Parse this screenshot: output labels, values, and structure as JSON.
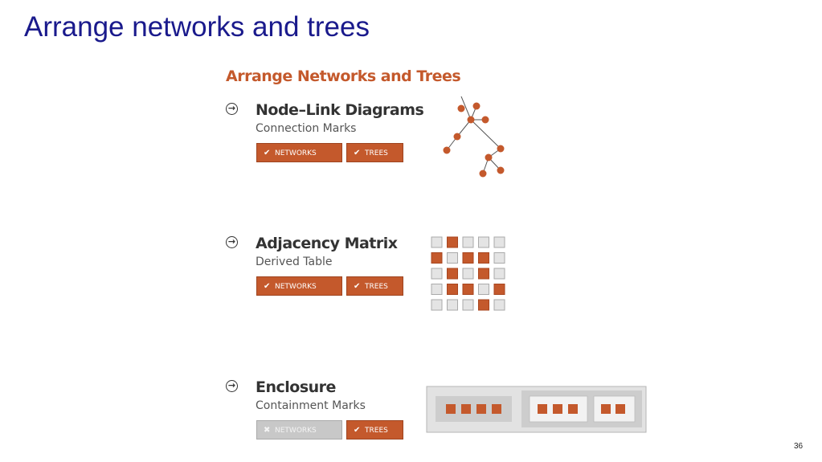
{
  "slide": {
    "title": "Arrange networks and trees",
    "page_number": "36"
  },
  "panel": {
    "heading": "Arrange Networks and Trees",
    "items": [
      {
        "title": "Node–Link Diagrams",
        "subtitle": "Connection Marks",
        "tags": [
          {
            "label": "NETWORKS",
            "state": "on",
            "icon": "check-icon"
          },
          {
            "label": "TREES",
            "state": "on",
            "icon": "check-icon"
          }
        ]
      },
      {
        "title": "Adjacency Matrix",
        "subtitle": "Derived Table",
        "tags": [
          {
            "label": "NETWORKS",
            "state": "on",
            "icon": "check-icon"
          },
          {
            "label": "TREES",
            "state": "on",
            "icon": "check-icon"
          }
        ]
      },
      {
        "title": "Enclosure",
        "subtitle": "Containment Marks",
        "tags": [
          {
            "label": "NETWORKS",
            "state": "off",
            "icon": "x-icon"
          },
          {
            "label": "TREES",
            "state": "on",
            "icon": "check-icon"
          }
        ]
      }
    ]
  },
  "colors": {
    "title": "#1a1a8c",
    "accent": "#c4592c",
    "inactive": "#c8c8c8"
  },
  "icons": {
    "item_marker": "circle-arrow-icon",
    "check": "check-icon",
    "cross": "x-icon"
  },
  "matrix_cells": [
    [
      0,
      1,
      0,
      0,
      0
    ],
    [
      1,
      0,
      1,
      1,
      0
    ],
    [
      0,
      1,
      0,
      1,
      0
    ],
    [
      0,
      1,
      1,
      0,
      1
    ],
    [
      0,
      0,
      0,
      1,
      0
    ]
  ],
  "enclosure_groups": [
    4,
    [
      3,
      2
    ]
  ]
}
